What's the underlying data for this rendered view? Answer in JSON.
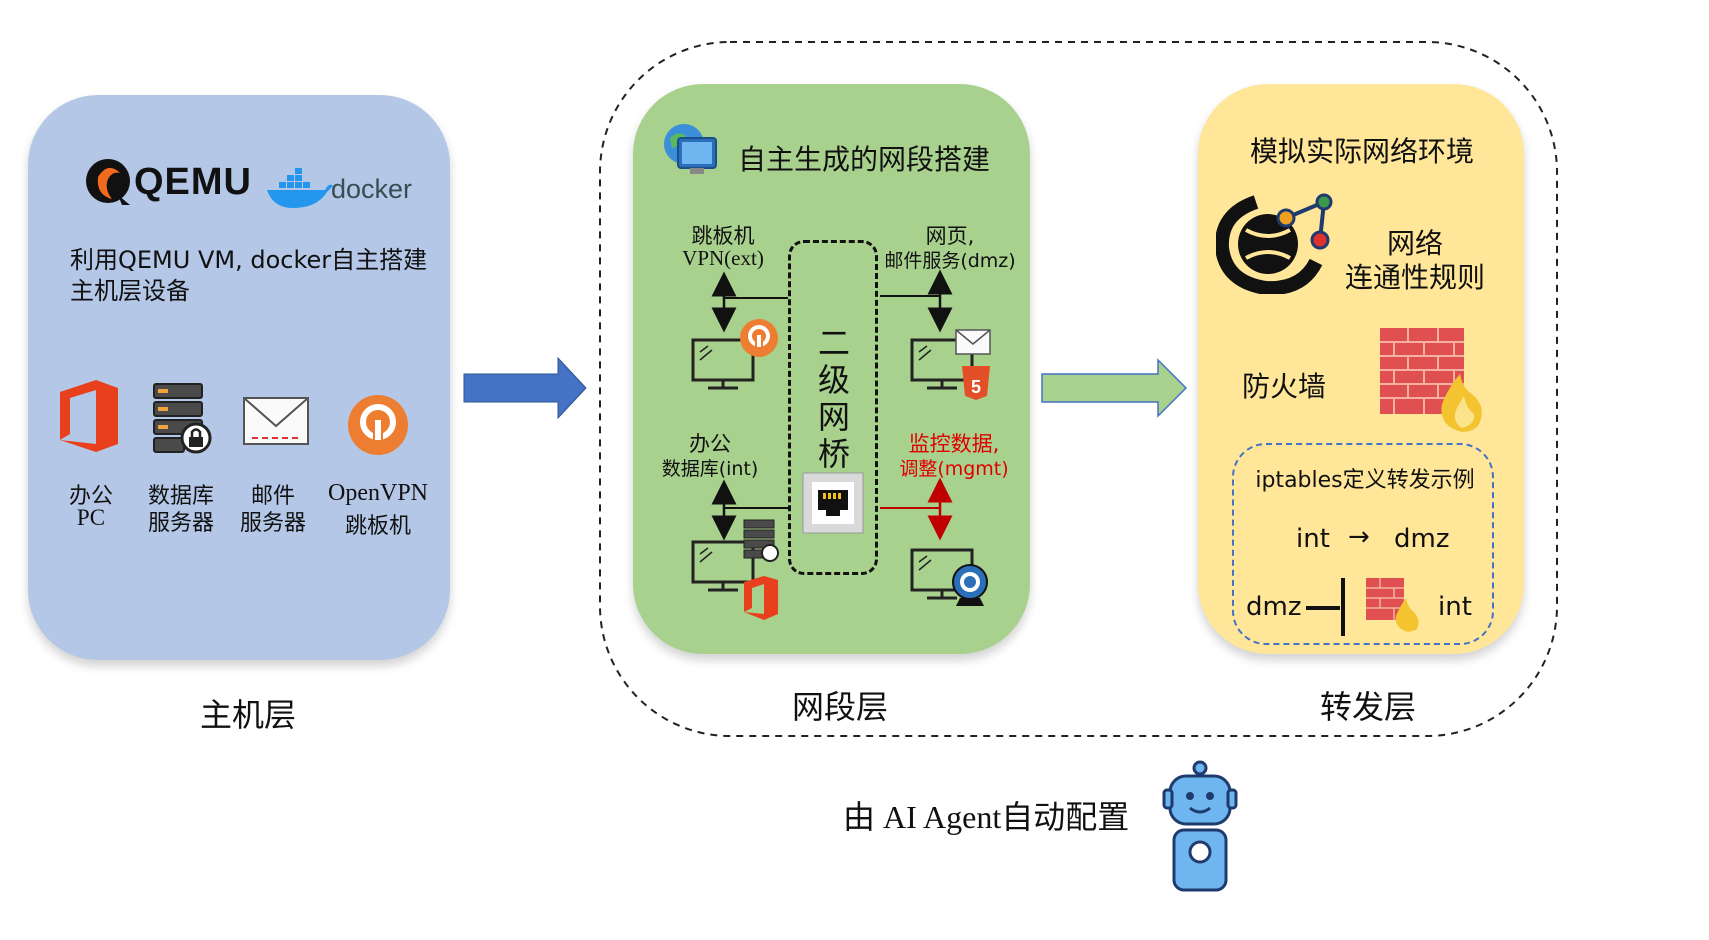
{
  "colors": {
    "host_panel": "#b4c7e7",
    "segment_panel": "#a9d18e",
    "forward_panel": "#ffe699",
    "blue_arrow": "#4472c4",
    "green_arrow": "#a9d18e",
    "red_text": "#e00000",
    "orange": "#ed7d31",
    "office_red": "#e8401c"
  },
  "host_layer": {
    "qemu_logo": "QEMU",
    "docker_logo": "docker",
    "description_line1": "利用QEMU VM, docker自主搭建",
    "description_line2": "主机层设备",
    "devices": [
      {
        "icon": "office-icon",
        "line1": "办公",
        "line2": "PC"
      },
      {
        "icon": "database-server-icon",
        "line1": "数据库",
        "line2": "服务器"
      },
      {
        "icon": "mail-icon",
        "line1": "邮件",
        "line2": "服务器"
      },
      {
        "icon": "openvpn-icon",
        "line1": "OpenVPN",
        "line2": "跳板机"
      }
    ],
    "caption": "主机层"
  },
  "segment_layer": {
    "title": "自主生成的网段搭建",
    "bridge_label": [
      "二",
      "级",
      "网",
      "桥"
    ],
    "nodes": {
      "vpn_line1": "跳板机",
      "vpn_line2": "VPN(ext)",
      "web_line1": "网页,",
      "web_line2": "邮件服务(dmz)",
      "db_line1": "办公",
      "db_line2": "数据库(int)",
      "mgmt_line1": "监控数据,",
      "mgmt_line2": "调整(mgmt)"
    },
    "caption": "网段层"
  },
  "forward_layer": {
    "title": "模拟实际网络环境",
    "rule_line1": "网络",
    "rule_line2": "连通性规则",
    "firewall_label": "防火墙",
    "iptables_title": "iptables定义转发示例",
    "allow_from": "int",
    "allow_arrow": "→",
    "allow_to": "dmz",
    "deny_from": "dmz",
    "deny_to": "int",
    "caption": "转发层"
  },
  "footer": {
    "label": "由 AI Agent自动配置"
  }
}
